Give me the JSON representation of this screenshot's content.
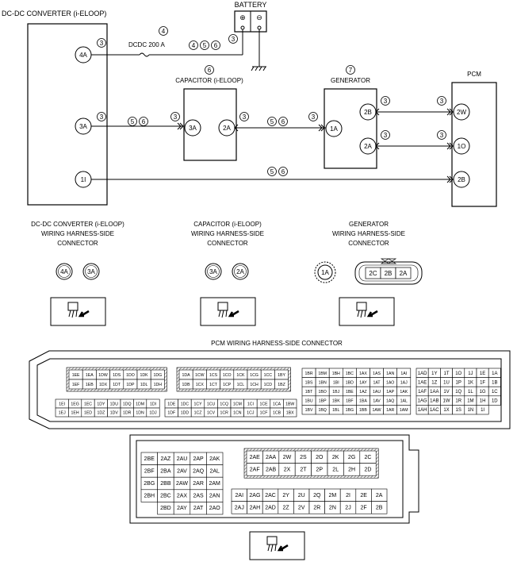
{
  "battery": {
    "label": "BATTERY",
    "plus": "⊕",
    "minus": "⊖"
  },
  "converter": {
    "label": "DC-DC CONVERTER (i-ELOOP)",
    "pins": [
      "4A",
      "3A",
      "1I"
    ]
  },
  "fuse": {
    "label": "DCDC 200 A",
    "num": "4"
  },
  "capacitor": {
    "label": "CAPACITOR (i-ELOOP)",
    "num": "6",
    "pins": [
      "3A",
      "2A"
    ]
  },
  "generator": {
    "label": "GENERATOR",
    "num": "7",
    "pins": [
      "2B",
      "2A",
      "1A"
    ]
  },
  "pcm": {
    "label": "PCM",
    "pins": [
      "2W",
      "1O",
      "2B"
    ]
  },
  "wire_marks": {
    "c3": "3",
    "c4": "4",
    "c5": "5",
    "c6": "6"
  },
  "captions": {
    "conv": [
      "DC-DC CONVERTER (i-ELOOP)",
      "WIRING HARNESS-SIDE",
      "CONNECTOR"
    ],
    "cap": [
      "CAPACITOR (i-ELOOP)",
      "WIRING HARNESS-SIDE",
      "CONNECTOR"
    ],
    "gen": [
      "GENERATOR",
      "WIRING HARNESS-SIDE",
      "CONNECTOR"
    ],
    "pcm": "PCM WIRING HARNESS-SIDE CONNECTOR"
  },
  "conn_faces": {
    "conv": [
      "4A",
      "3A"
    ],
    "cap": [
      "3A",
      "2A"
    ],
    "gen_single": "1A",
    "gen_multi": [
      "2C",
      "2B",
      "2A"
    ]
  },
  "pcm_upper": {
    "blockA": [
      [
        "1EE",
        "1EA",
        "1DW",
        "1DS",
        "1DO",
        "1DK",
        "1DG"
      ],
      [
        "1EF",
        "1EB",
        "1DX",
        "1DT",
        "1DP",
        "1DL",
        "1DH"
      ]
    ],
    "blockA_low": [
      [
        "1EI",
        "1EG",
        "1EC",
        "1DY",
        "1DU",
        "1DQ",
        "1DM",
        "1DI"
      ],
      [
        "1EJ",
        "1EH",
        "1ED",
        "1DZ",
        "1DV",
        "1DR",
        "1DN",
        "1DJ"
      ]
    ],
    "blockB": [
      [
        "1DA",
        "1CW",
        "1CS",
        "1CO",
        "1CK",
        "1CG",
        "1CC",
        "1BY"
      ],
      [
        "1DB",
        "1CX",
        "1CT",
        "1CP",
        "1CL",
        "1CH",
        "1CD",
        "1BZ"
      ]
    ],
    "blockB_low": [
      [
        "1DE",
        "1DC",
        "1CY",
        "1CU",
        "1CQ",
        "1CM",
        "1CI",
        "1CE",
        "1CA",
        "1BW"
      ],
      [
        "1DF",
        "1DD",
        "1CZ",
        "1CV",
        "1CR",
        "1CN",
        "1CJ",
        "1CF",
        "1CB",
        "1BX"
      ]
    ],
    "blockC": [
      [
        "1BR",
        "1BM",
        "1BH",
        "1BC",
        "1AX",
        "1AS",
        "1AN",
        "1AI"
      ],
      [
        "1BS",
        "1BN",
        "1BI",
        "1BD",
        "1AY",
        "1AT",
        "1AO",
        "1AJ"
      ],
      [
        "1BT",
        "1BO",
        "1BJ",
        "1BE",
        "1AZ",
        "1AU",
        "1AP",
        "1AK"
      ],
      [
        "1BU",
        "1BP",
        "1BK",
        "1BF",
        "1BA",
        "1AV",
        "1AQ",
        "1AL"
      ],
      [
        "1BV",
        "1BQ",
        "1BL",
        "1BG",
        "1BB",
        "1AW",
        "1AR",
        "1AM"
      ]
    ],
    "blockD": [
      [
        "1AD",
        "1Y",
        "1T",
        "1O",
        "1J",
        "1E",
        "1A"
      ],
      [
        "1AE",
        "1Z",
        "1U",
        "1P",
        "1K",
        "1F",
        "1B"
      ],
      [
        "1AF",
        "1AA",
        "1V",
        "1Q",
        "1L",
        "1G",
        "1C"
      ],
      [
        "1AG",
        "1AB",
        "1W",
        "1R",
        "1M",
        "1H",
        "1D"
      ],
      [
        "1AH",
        "1AC",
        "1X",
        "1S",
        "1N",
        "1I",
        ""
      ]
    ]
  },
  "pcm_lower": {
    "left": [
      [
        "2BE",
        "2AZ",
        "2AU",
        "2AP",
        "2AK"
      ],
      [
        "2BF",
        "2BA",
        "2AV",
        "2AQ",
        "2AL"
      ],
      [
        "2BG",
        "2BB",
        "2AW",
        "2AR",
        "2AM"
      ],
      [
        "2BH",
        "2BC",
        "2AX",
        "2AS",
        "2AN"
      ],
      [
        "",
        "2BD",
        "2AY",
        "2AT",
        "2AO"
      ]
    ],
    "right_top": [
      [
        "2AE",
        "2AA",
        "2W",
        "2S",
        "2O",
        "2K",
        "2G",
        "2C"
      ],
      [
        "2AF",
        "2AB",
        "2X",
        "2T",
        "2P",
        "2L",
        "2H",
        "2D"
      ]
    ],
    "right_bot": [
      [
        "2AI",
        "2AG",
        "2AC",
        "2Y",
        "2U",
        "2Q",
        "2M",
        "2I",
        "2E",
        "2A"
      ],
      [
        "2AJ",
        "2AH",
        "2AD",
        "2Z",
        "2V",
        "2R",
        "2N",
        "2J",
        "2F",
        "2B"
      ]
    ]
  }
}
